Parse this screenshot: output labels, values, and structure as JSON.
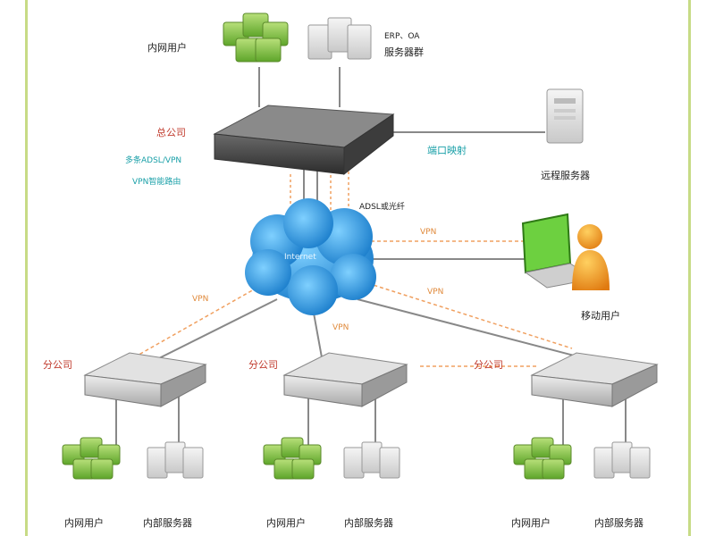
{
  "colors": {
    "frame": "#c7db86",
    "vpn_line": "#f0a060",
    "solid_line": "#888888",
    "cloud": "#2aa6e8",
    "router_dark": "#4a4a4a",
    "router_light": "#cfcfcf"
  },
  "top": {
    "inner_users": "内网用户",
    "erp_line1": "ERP、OA",
    "erp_line2": "服务器群"
  },
  "hq": {
    "label": "总公司",
    "vpn_line1": "多条ADSL/VPN",
    "vpn_line2": "VPN智能路由"
  },
  "port_mapping": "端口映射",
  "external_server": "远程服务器",
  "adsl_label": "ADSL或光纤",
  "cloud_label": "Internet",
  "mobile_user": "移动用户",
  "vpn_tags": [
    "VPN",
    "VPN",
    "VPN",
    "VPN"
  ],
  "branches": [
    {
      "label": "分公司",
      "users": "内网用户",
      "server": "内部服务器"
    },
    {
      "label": "分公司",
      "users": "内网用户",
      "server": "内部服务器"
    },
    {
      "label": "分公司",
      "users": "内网用户",
      "server": "内部服务器"
    }
  ]
}
